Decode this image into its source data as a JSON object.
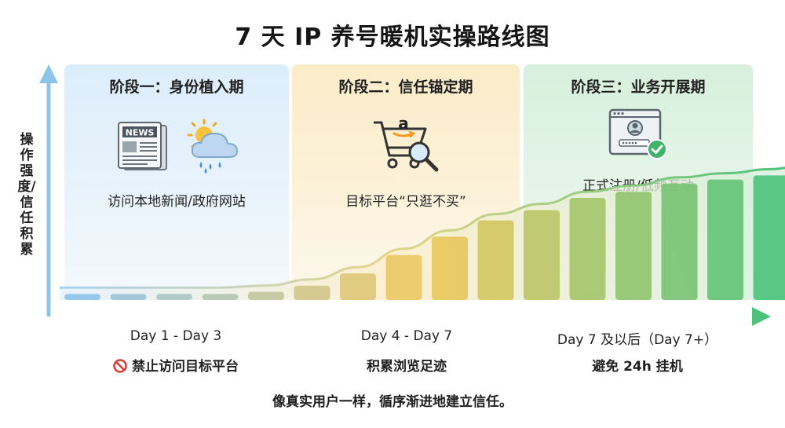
{
  "title": "7 天 IP 养号暖机实操路线图",
  "y_axis_label": "操作强度/信任积累",
  "phases": [
    {
      "title": "阶段一：身份植入期",
      "description": "访问本地新闻/政府网站",
      "icons": [
        "newspaper-icon",
        "weather-icon"
      ]
    },
    {
      "title": "阶段二：信任锚定期",
      "description": "目标平台“只逛不买”",
      "icons": [
        "shopping-cart-search-icon"
      ]
    },
    {
      "title": "阶段三：业务开展期",
      "description": "正式注册/低频互动",
      "icons": [
        "account-login-check-icon"
      ]
    }
  ],
  "timeline": [
    {
      "label": "Day 1 - Day 3",
      "note": "禁止访问目标平台",
      "note_icon": "prohibited-icon"
    },
    {
      "label": "Day 4 - Day 7",
      "note": "积累浏览足迹"
    },
    {
      "label": "Day 7 及以后（Day 7+）",
      "note": "避免 24h 挂机"
    }
  ],
  "footer": "像真实用户一样，循序渐进地建立信任。",
  "newspaper_text": "NEWS",
  "logo_letter": "a",
  "colors": {
    "blue": "#8cc4ea",
    "yellow": "#f2c75a",
    "green": "#4cc27a",
    "phase1_bg": "#dcedfa",
    "phase2_bg": "#fbecc8",
    "phase3_bg": "#d7f0dc"
  },
  "bar_levels": [
    0.03,
    0.03,
    0.03,
    0.03,
    0.04,
    0.07,
    0.13,
    0.22,
    0.31,
    0.39,
    0.44,
    0.5,
    0.53,
    0.57,
    0.59,
    0.61
  ]
}
